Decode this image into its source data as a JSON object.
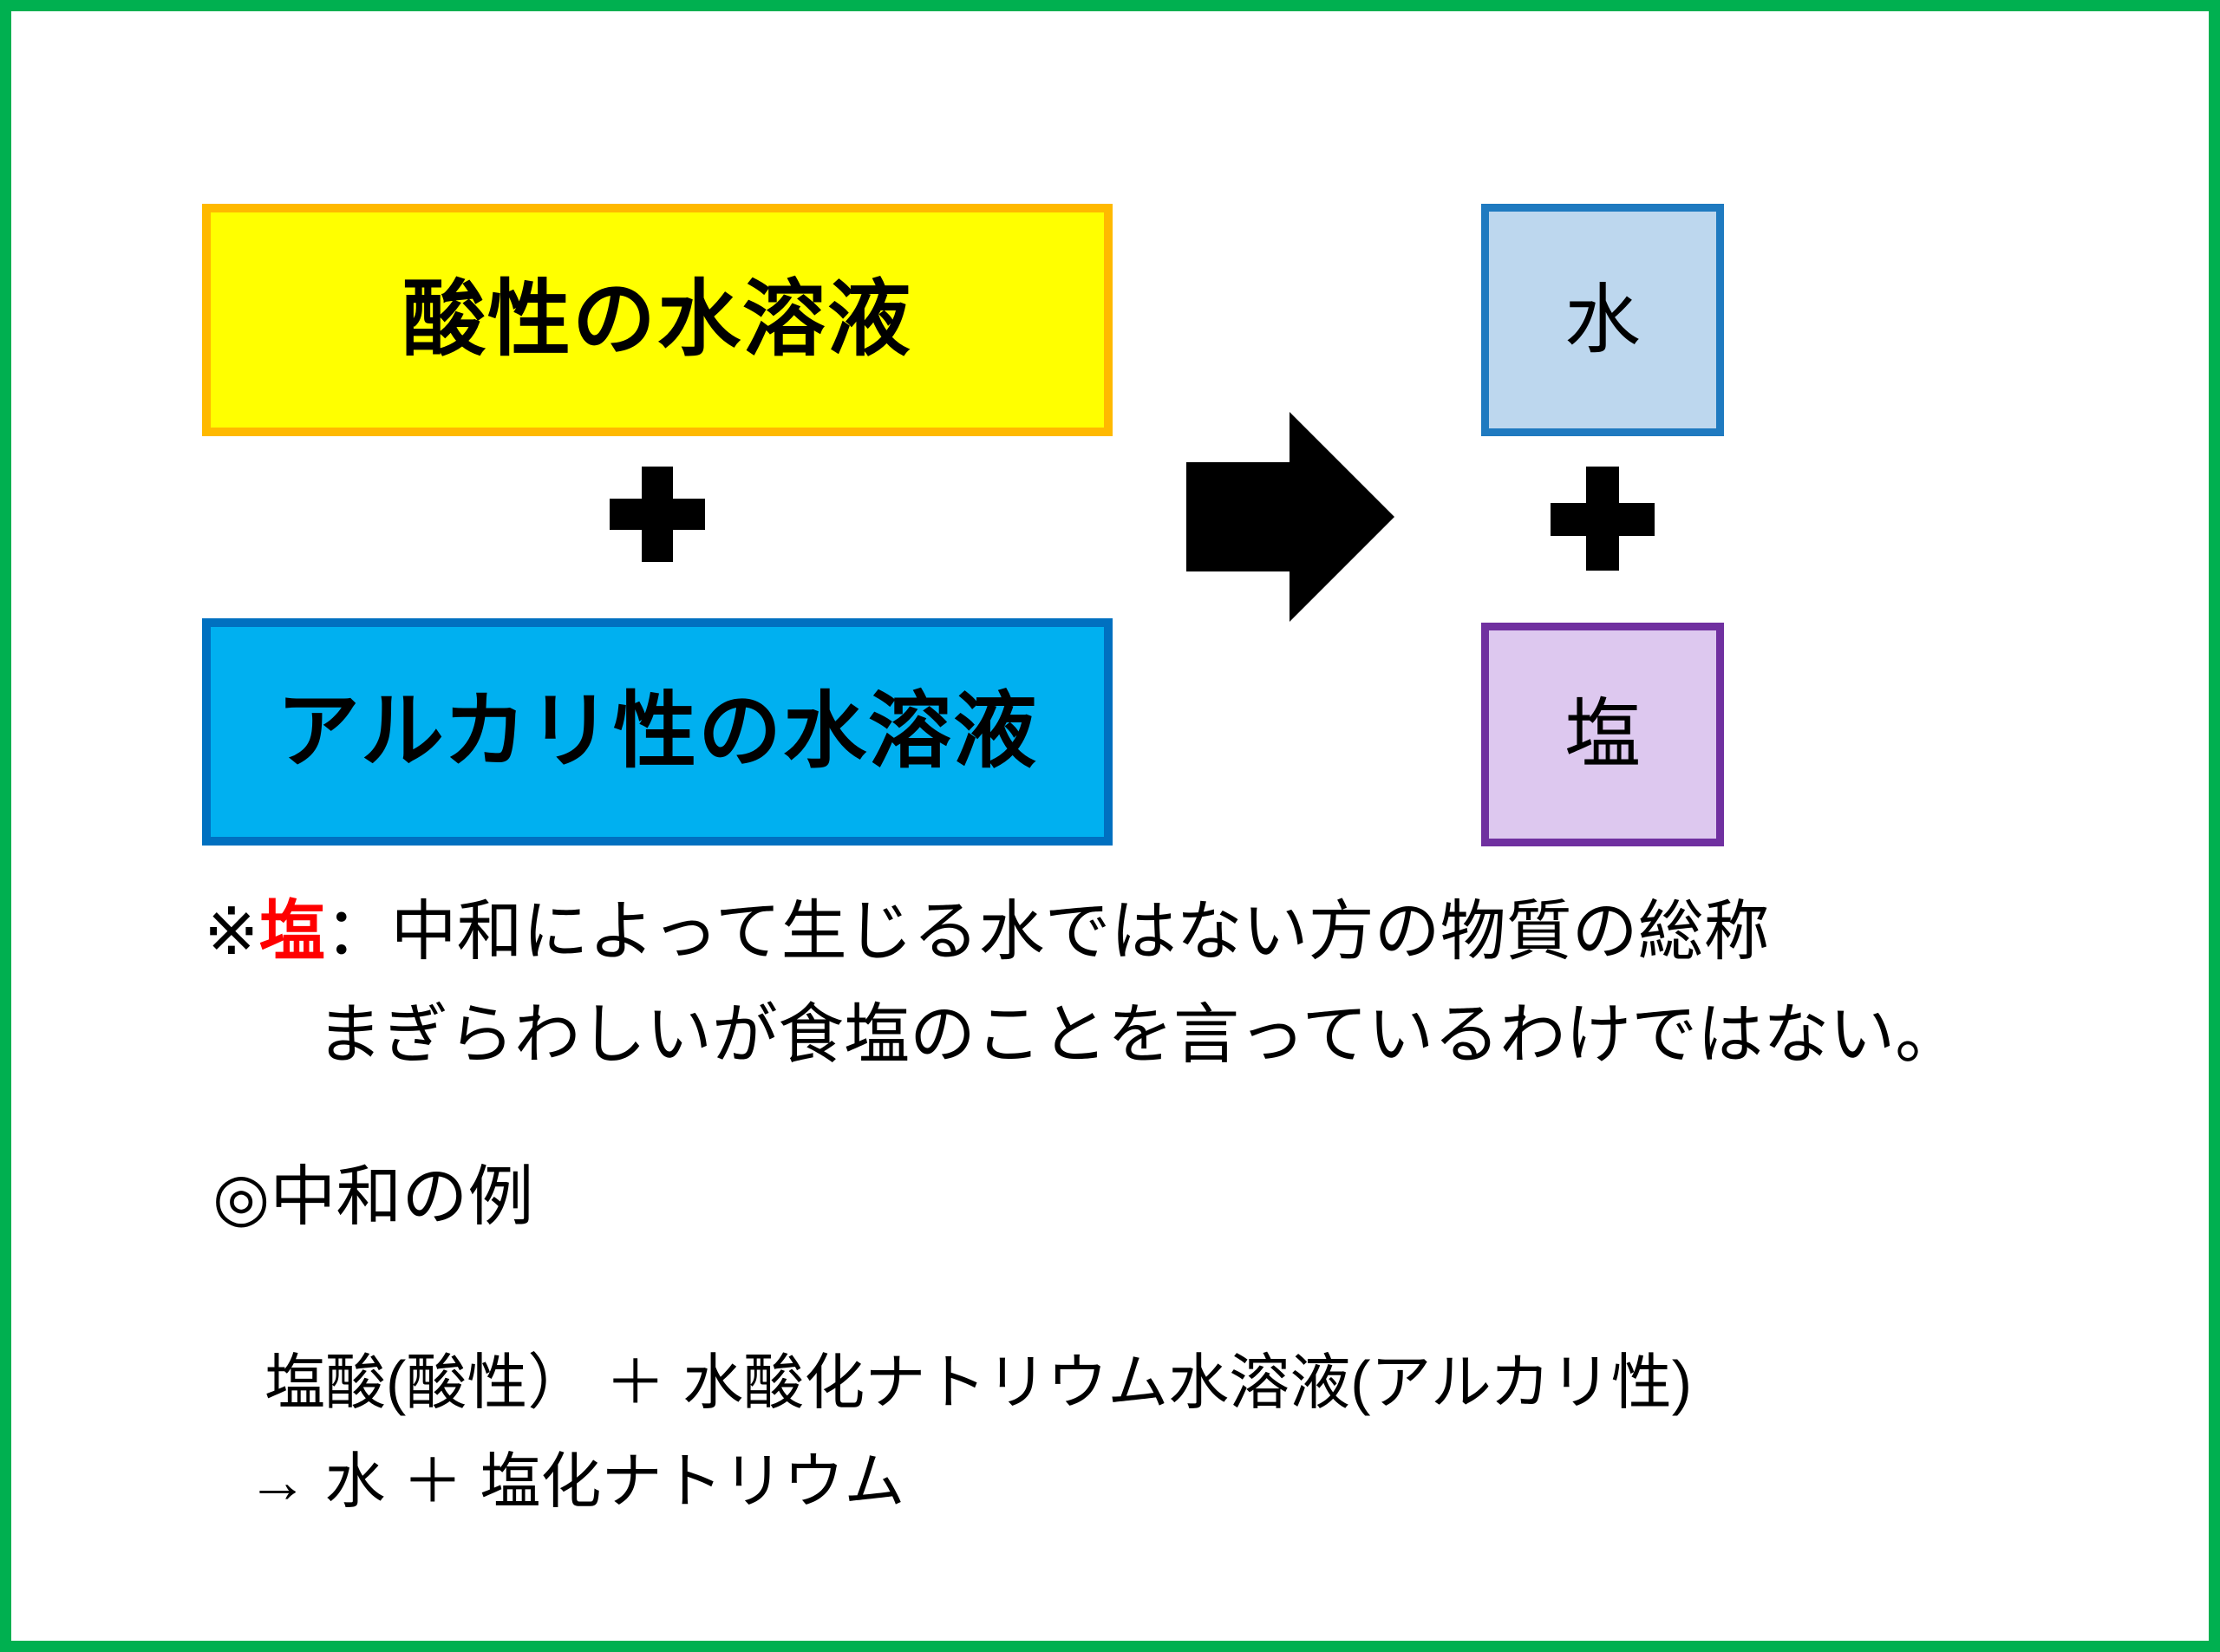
{
  "frame": {
    "border_color": "#00b050"
  },
  "diagram": {
    "reactants": [
      {
        "name": "acid-solution",
        "label": "酸性の水溶液",
        "fill": "#ffff00",
        "border": "#ffb900"
      },
      {
        "name": "alkaline-solution",
        "label": "アルカリ性の水溶液",
        "fill": "#00b0f0",
        "border": "#0070c0"
      }
    ],
    "products": [
      {
        "name": "water",
        "label": "水",
        "fill": "#bdd7ee",
        "border": "#1f7ac0"
      },
      {
        "name": "salt",
        "label": "塩",
        "fill": "#ddc8ef",
        "border": "#7030a0"
      }
    ],
    "operators": {
      "plus_left": "＋",
      "plus_right": "＋",
      "arrow": "right-block-arrow"
    }
  },
  "notes": {
    "line1_prefix": "※",
    "line1_highlight": "塩",
    "line1_rest": "：中和によって生じる水ではない方の物質の総称",
    "line2": "まぎらわしいが食塩のことを言っているわけではない。",
    "highlight_color": "#ff0000"
  },
  "examples": {
    "heading": "◎中和の例",
    "equation_line1": "塩酸(酸性）  ＋  水酸化ナトリウム水溶液(アルカリ性)",
    "equation_line2": "→  水  ＋  塩化ナトリウム"
  }
}
